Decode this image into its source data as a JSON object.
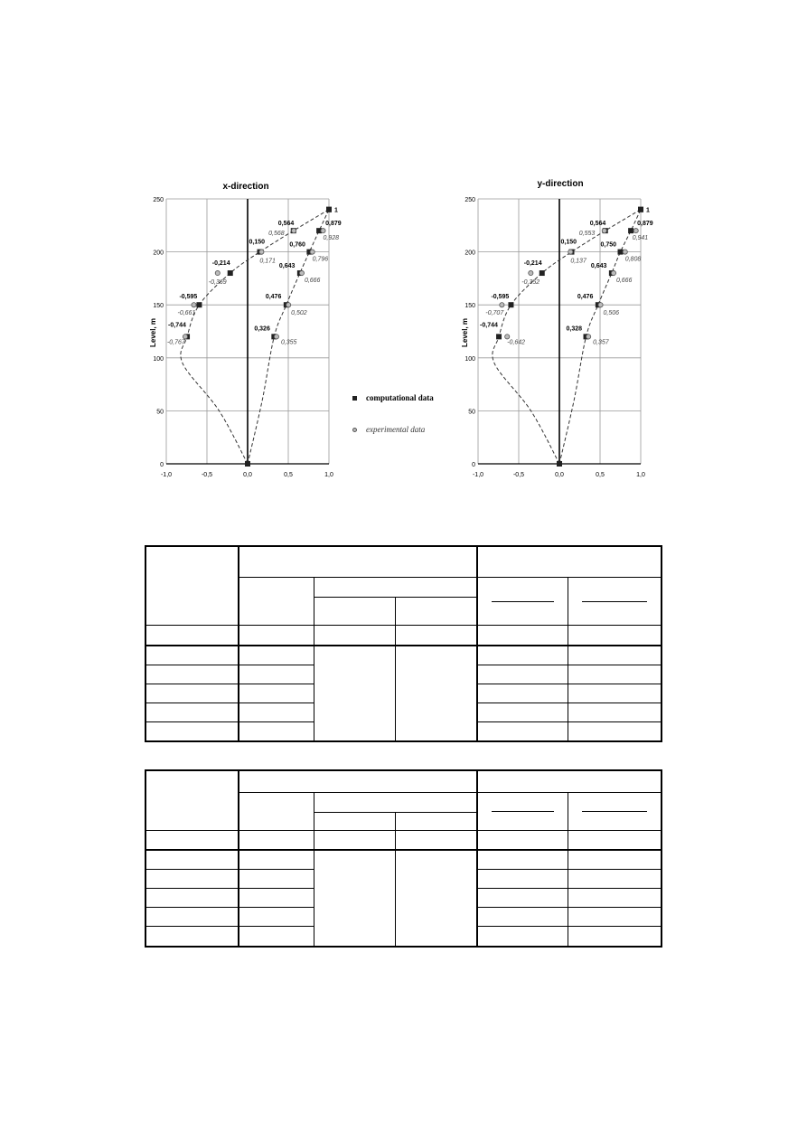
{
  "charts": [
    {
      "title": "x-direction",
      "ylabel": "Level, m",
      "x_ticks": [
        "-1,0",
        "-0,5",
        "0,0",
        "0,5",
        "1,0"
      ],
      "y_ticks": [
        "0",
        "50",
        "100",
        "150",
        "200",
        "250"
      ],
      "computational_labels": [
        "1",
        "0,879",
        "0,564",
        "0,760",
        "0,150",
        "0,643",
        "-0,214",
        "0,476",
        "-0,595",
        "0,326",
        "-0,744"
      ],
      "experimental_labels": [
        "0,928",
        "0,568",
        "0,796",
        "0,171",
        "0,666",
        "-0,369",
        "0,502",
        "-0,661",
        "0,355",
        "-0,767"
      ]
    },
    {
      "title": "y-direction",
      "ylabel": "Level, m",
      "x_ticks": [
        "-1,0",
        "-0,5",
        "0,0",
        "0,5",
        "1,0"
      ],
      "y_ticks": [
        "0",
        "50",
        "100",
        "150",
        "200",
        "250"
      ],
      "computational_labels": [
        "1",
        "0,879",
        "0,564",
        "0,750",
        "0,150",
        "0,643",
        "-0,214",
        "0,476",
        "-0,595",
        "0,328",
        "-0,744"
      ],
      "experimental_labels": [
        "0,941",
        "0,553",
        "0,808",
        "0,137",
        "0,666",
        "-0,352",
        "0,506",
        "-0,707",
        "0,357",
        "-0,642"
      ]
    }
  ],
  "legend": {
    "computational": "computational data",
    "experimental": "experimental data"
  },
  "chart_data": [
    {
      "type": "line",
      "title": "x-direction",
      "ylabel": "Level, m",
      "xlim": [
        -1.0,
        1.0
      ],
      "ylim": [
        0,
        250
      ],
      "grid": true,
      "series": [
        {
          "name": "computational data",
          "mode": "1",
          "points": [
            [
              0.0,
              0
            ],
            [
              0.326,
              120
            ],
            [
              0.476,
              150
            ],
            [
              0.643,
              180
            ],
            [
              0.76,
              200
            ],
            [
              0.879,
              220
            ],
            [
              1.0,
              240
            ]
          ]
        },
        {
          "name": "experimental data",
          "mode": "1",
          "points": [
            [
              0.355,
              120
            ],
            [
              0.502,
              150
            ],
            [
              0.666,
              180
            ],
            [
              0.796,
              200
            ],
            [
              0.928,
              220
            ]
          ]
        },
        {
          "name": "computational data",
          "mode": "2",
          "points": [
            [
              0.0,
              0
            ],
            [
              -0.744,
              120
            ],
            [
              -0.595,
              150
            ],
            [
              -0.214,
              180
            ],
            [
              0.15,
              200
            ],
            [
              0.564,
              220
            ],
            [
              1.0,
              240
            ]
          ]
        },
        {
          "name": "experimental data",
          "mode": "2",
          "points": [
            [
              -0.767,
              120
            ],
            [
              -0.661,
              150
            ],
            [
              -0.369,
              180
            ],
            [
              0.171,
              200
            ],
            [
              0.568,
              220
            ]
          ]
        }
      ]
    },
    {
      "type": "line",
      "title": "y-direction",
      "ylabel": "Level, m",
      "xlim": [
        -1.0,
        1.0
      ],
      "ylim": [
        0,
        250
      ],
      "grid": true,
      "series": [
        {
          "name": "computational data",
          "mode": "1",
          "points": [
            [
              0.0,
              0
            ],
            [
              0.328,
              120
            ],
            [
              0.476,
              150
            ],
            [
              0.643,
              180
            ],
            [
              0.75,
              200
            ],
            [
              0.879,
              220
            ],
            [
              1.0,
              240
            ]
          ]
        },
        {
          "name": "experimental data",
          "mode": "1",
          "points": [
            [
              0.357,
              120
            ],
            [
              0.506,
              150
            ],
            [
              0.666,
              180
            ],
            [
              0.808,
              200
            ],
            [
              0.941,
              220
            ]
          ]
        },
        {
          "name": "computational data",
          "mode": "2",
          "points": [
            [
              0.0,
              0
            ],
            [
              -0.744,
              120
            ],
            [
              -0.595,
              150
            ],
            [
              -0.214,
              180
            ],
            [
              0.15,
              200
            ],
            [
              0.564,
              220
            ],
            [
              1.0,
              240
            ]
          ]
        },
        {
          "name": "experimental data",
          "mode": "2",
          "points": [
            [
              -0.642,
              120
            ],
            [
              -0.707,
              150
            ],
            [
              -0.352,
              180
            ],
            [
              0.137,
              200
            ],
            [
              0.553,
              220
            ]
          ]
        }
      ]
    }
  ]
}
